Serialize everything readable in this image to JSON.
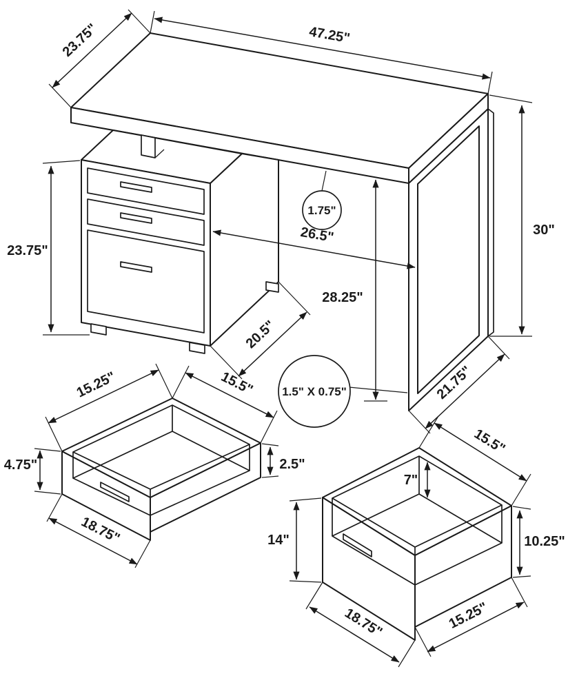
{
  "colors": {
    "ink": "#1a1a1a",
    "background": "#ffffff"
  },
  "diagram": {
    "desk": {
      "top_depth": "23.75\"",
      "top_width": "47.25\"",
      "height": "30\"",
      "cabinet_height": "23.75\"",
      "top_thickness": "1.75\"",
      "clearance_width": "26.5\"",
      "clearance_height": "28.25\"",
      "cabinet_depth": "20.5\"",
      "leg_depth": "21.75\"",
      "leg_profile": "1.5\" X 0.75\""
    },
    "small_drawer": {
      "top_depth": "15.25\"",
      "top_width": "15.5\"",
      "front_height": "4.75\"",
      "side_height": "2.5\"",
      "front_width": "18.75\""
    },
    "file_drawer": {
      "top_width": "15.5\"",
      "inner_depth": "7\"",
      "front_height": "14\"",
      "side_height": "10.25\"",
      "front_width": "18.75\"",
      "bottom_depth": "15.25\""
    }
  }
}
